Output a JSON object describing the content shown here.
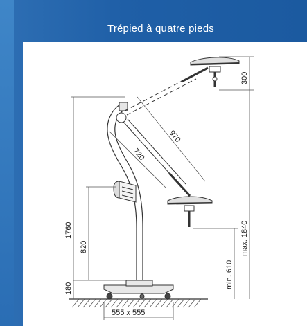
{
  "header": {
    "title": "Trépied à quatre pieds"
  },
  "dimensions": {
    "height_total": "1760",
    "height_arm": "820",
    "height_base": "180",
    "head_height": "300",
    "max_height": "max. 1840",
    "min_height": "min. 610",
    "arm_long": "970",
    "arm_short": "720",
    "base_size": "555 x 555"
  },
  "icons": [
    "lamp-stand-drawing",
    "lamp-head",
    "control-unit",
    "ground-hatch"
  ]
}
